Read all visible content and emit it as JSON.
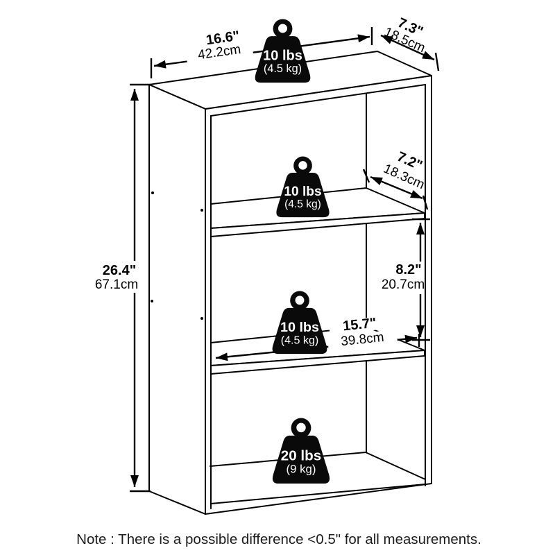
{
  "dimensions": {
    "width": {
      "inches": "16.6\"",
      "cm": "42.2cm"
    },
    "depth": {
      "inches": "7.3\"",
      "cm": "18.5cm"
    },
    "height": {
      "inches": "26.4\"",
      "cm": "67.1cm"
    },
    "shelf_depth": {
      "inches": "7.2\"",
      "cm": "18.3cm"
    },
    "opening_height": {
      "inches": "8.2\"",
      "cm": "20.7cm"
    },
    "shelf_width": {
      "inches": "15.7\"",
      "cm": "39.8cm"
    }
  },
  "weight_capacities": [
    {
      "label": "10 lbs",
      "metric": "(4.5 kg)"
    },
    {
      "label": "10 lbs",
      "metric": "(4.5 kg)"
    },
    {
      "label": "10 lbs",
      "metric": "(4.5 kg)"
    },
    {
      "label": "20 lbs",
      "metric": "(9 kg)"
    }
  ],
  "note": "Note : There is a possible difference <0.5\" for all measurements.",
  "colors": {
    "line": "#000000",
    "background": "#ffffff",
    "badge": "#0a0a0a",
    "badge_text": "#ffffff"
  }
}
